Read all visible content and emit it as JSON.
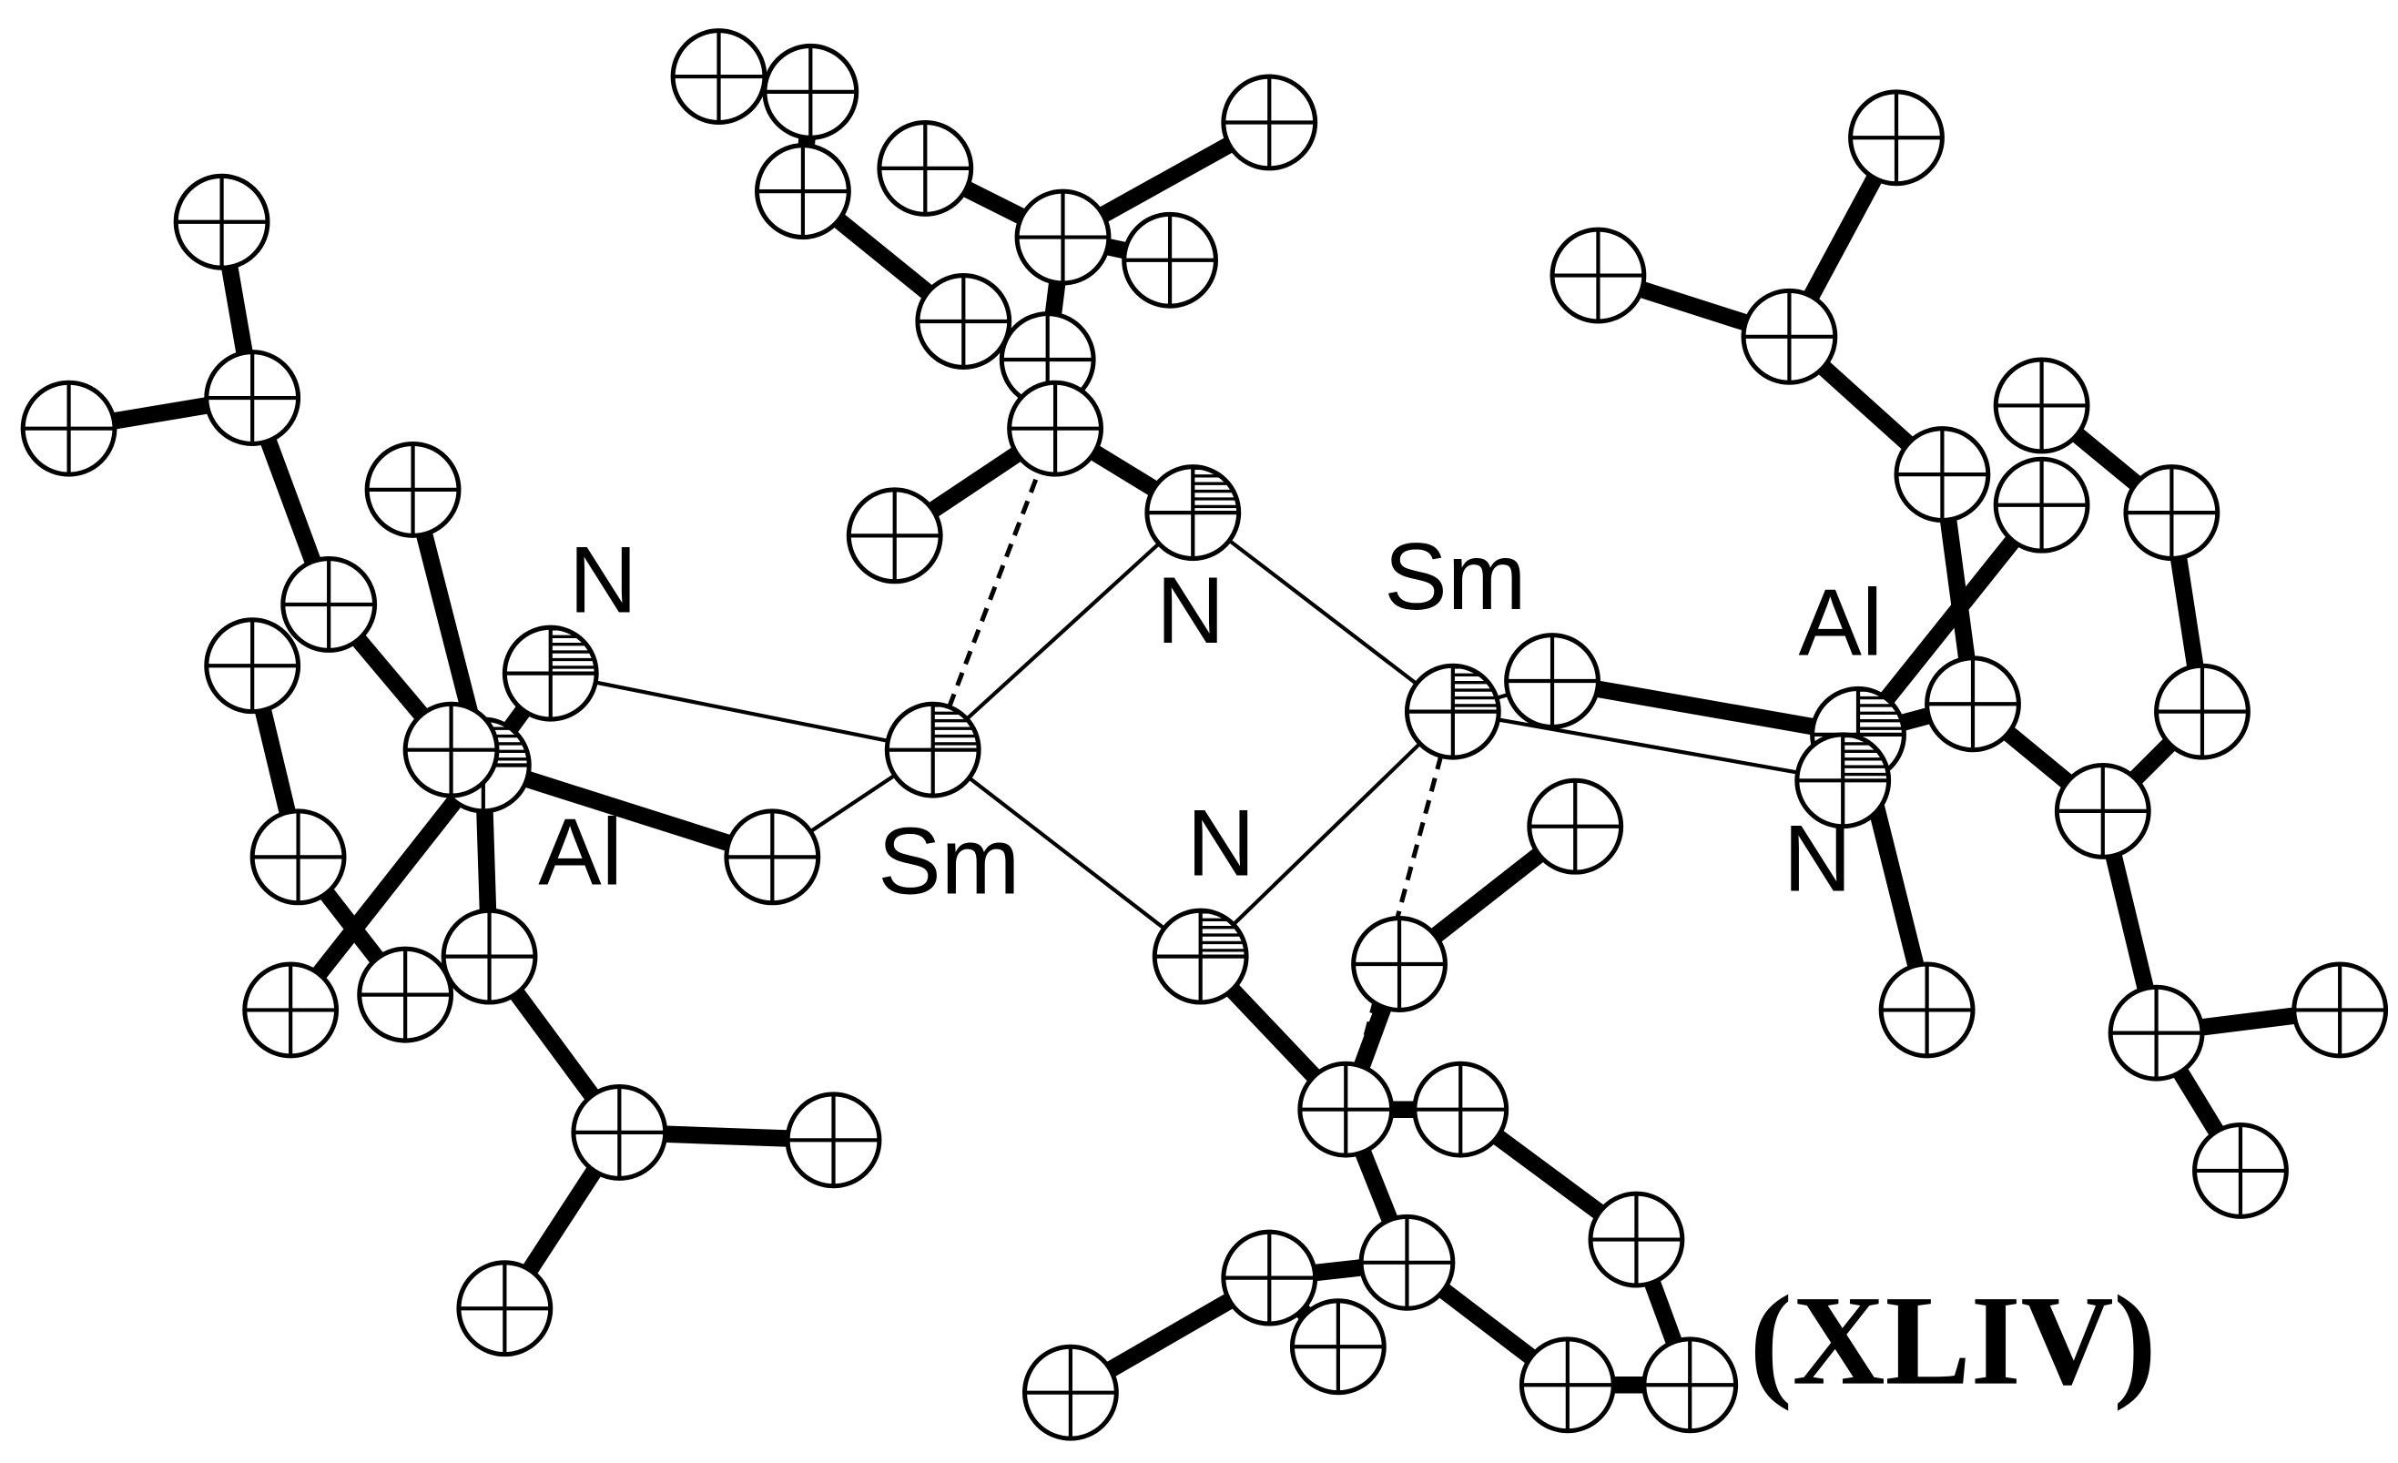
{
  "figure": {
    "compound_label": "(XLIV)",
    "atom_labels": {
      "n_left": "N",
      "al_left": "Al",
      "sm_left": "Sm",
      "n_top": "N",
      "sm_right": "Sm",
      "n_bottom": "N",
      "al_right": "Al",
      "n_right": "N"
    }
  },
  "colors": {
    "line": "#000000",
    "atom_fill": "#ffffff"
  }
}
